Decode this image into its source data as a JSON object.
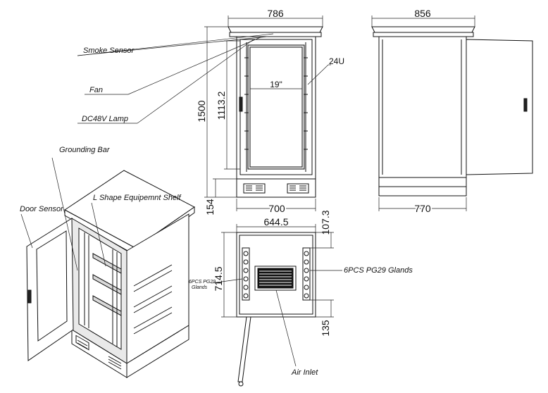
{
  "front_view": {
    "width_top": "786",
    "height_total": "1500",
    "height_inner": "1113.2",
    "rack_width": "19\"",
    "rack_units": "24U",
    "base_height": "154",
    "width_bottom": "700"
  },
  "side_view": {
    "width_top": "856",
    "width_bottom": "770"
  },
  "top_view": {
    "width": "644.5",
    "depth": "714.5",
    "offset_top": "107.3",
    "offset_bottom": "135"
  },
  "callouts": {
    "smoke_sensor": "Smoke Sensor",
    "fan": "Fan",
    "lamp": "DC48V Lamp",
    "grounding_bar": "Grounding Bar",
    "shelf": "L Shape Equipemnt Shelf",
    "door_sensor": "Door Sensor",
    "glands_right": "6PCS PG29 Glands",
    "glands_left_1": "6PCS PG29",
    "glands_left_2": "Glands",
    "air_inlet": "Air Inlet"
  }
}
